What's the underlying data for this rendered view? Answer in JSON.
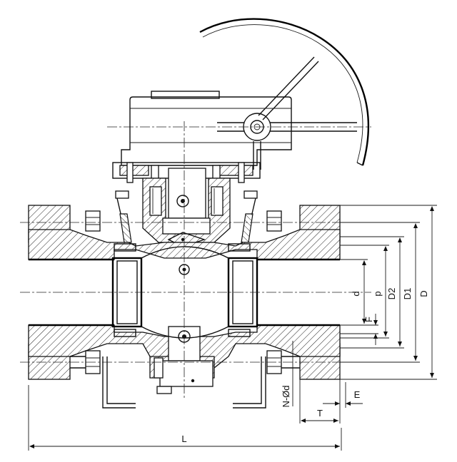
{
  "diagram": {
    "labels": {
      "d": "d",
      "p": "p",
      "D2": "D2",
      "D1": "D1",
      "D": "D",
      "F": "F",
      "N_d": "N-Ød",
      "E": "E",
      "T": "T",
      "L": "L"
    },
    "colors": {
      "line": "#111111",
      "background": "#ffffff"
    }
  }
}
